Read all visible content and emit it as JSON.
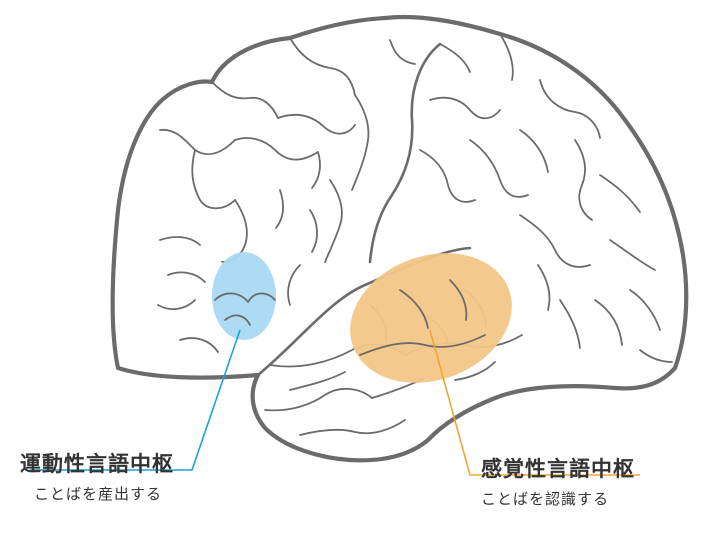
{
  "labels": {
    "motor": {
      "title": "運動性言語中枢",
      "description": "ことばを産出する"
    },
    "sensory": {
      "title": "感覚性言語中枢",
      "description": "ことばを認識する"
    }
  },
  "colors": {
    "outline": "#6b6b6b",
    "motor_area": "#a9d9f3",
    "motor_leader": "#1aa3d4",
    "sensory_area": "#f3c688",
    "sensory_leader": "#f0a530",
    "text": "#333333"
  },
  "icons": {
    "brain": "brain-illustration"
  }
}
